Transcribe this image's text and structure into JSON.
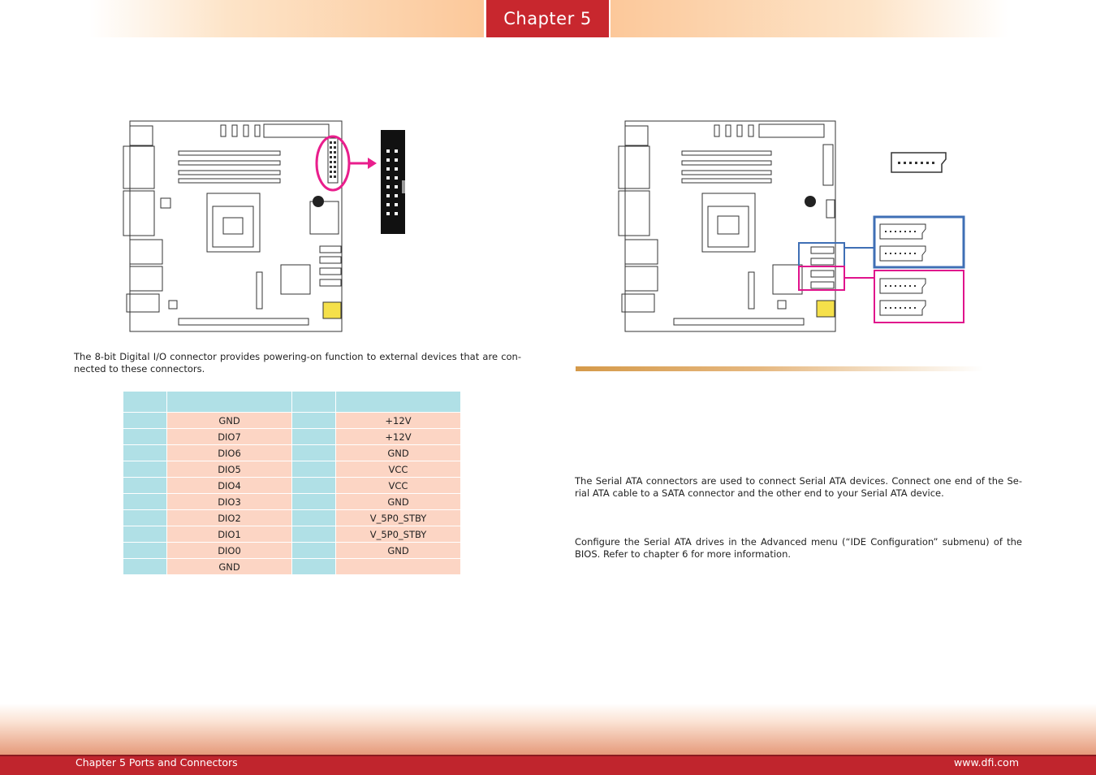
{
  "header": {
    "chapter_label": "Chapter 5"
  },
  "dio_section": {
    "description": "The 8-bit Digital I/O connector provides powering-on function to external devices that are con-nected to these connectors.",
    "pin_table": {
      "rows": [
        {
          "left": "GND",
          "right": "+12V"
        },
        {
          "left": "DIO7",
          "right": "+12V"
        },
        {
          "left": "DIO6",
          "right": "GND"
        },
        {
          "left": "DIO5",
          "right": "VCC"
        },
        {
          "left": "DIO4",
          "right": "VCC"
        },
        {
          "left": "DIO3",
          "right": "GND"
        },
        {
          "left": "DIO2",
          "right": "V_5P0_STBY"
        },
        {
          "left": "DIO1",
          "right": "V_5P0_STBY"
        },
        {
          "left": "DIO0",
          "right": "GND"
        },
        {
          "left": "GND",
          "right": ""
        }
      ]
    },
    "colors": {
      "pin_cell": "#b0e0e6",
      "signal_cell": "#fcd5c4",
      "highlight": "#e91e8c"
    }
  },
  "sata_section": {
    "paragraph_1": "The Serial ATA connectors are used to connect Serial ATA devices. Connect one end of the Se-rial ATA cable to a SATA connector and the other end to your Serial ATA device.",
    "paragraph_2": "Configure the Serial ATA drives in the Advanced menu (“IDE Configuration” submenu) of the BIOS. Refer to chapter 6 for more information.",
    "colors": {
      "box_blue": "#3f6fb5",
      "box_magenta": "#e0148c"
    }
  },
  "footer": {
    "left_text": "Chapter 5 Ports and Connectors",
    "right_text": "www.dfi.com"
  },
  "brand_colors": {
    "primary_red": "#c8272e",
    "header_peach": "#fcc89a"
  }
}
